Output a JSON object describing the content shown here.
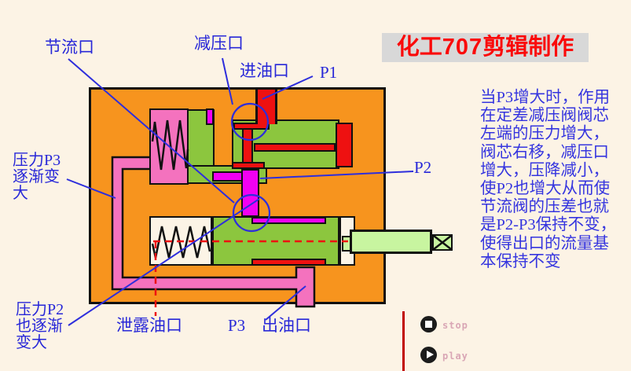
{
  "title": {
    "part1": "化工",
    "part2": "707",
    "part3": "剪辑制作"
  },
  "diagram_labels": {
    "throttle_port": "节流口",
    "reducing_port": "减压口",
    "inlet_port": "进油口",
    "p1": "P1",
    "p2": "P2",
    "p3": "P3",
    "leak_port": "泄露油口",
    "outlet_port": "出油口",
    "pressure_p3": [
      "压力P3",
      "逐渐变",
      "大"
    ],
    "pressure_p2": [
      "压力P2",
      "也逐渐",
      "变大"
    ]
  },
  "description": {
    "lines": [
      "当P3增大时，作用",
      "在定差减压阀阀芯",
      "左端的压力增大，",
      "阀芯右移，减压口",
      "增大，压降减小，",
      "使P2也增大从而使",
      "节流阀的压差也就",
      "是P2-P3保持不变，",
      "使得出口的流量基",
      "本保持不变"
    ]
  },
  "player": {
    "stop_label": "stop",
    "play_label": "play"
  },
  "colors": {
    "background": "#fcf3e5",
    "valve_body_orange": "#f7941e",
    "part_green": "#8cc63e",
    "part_red": "#ee1111",
    "part_magenta": "#f200f2",
    "part_pink": "#f472be",
    "rod_pale_green": "#c8f5a0",
    "label_blue": "#2727d8",
    "title_red": "#fa0a0a",
    "title_bg_gray": "#d8d8d8",
    "divider_red": "#c00000"
  }
}
